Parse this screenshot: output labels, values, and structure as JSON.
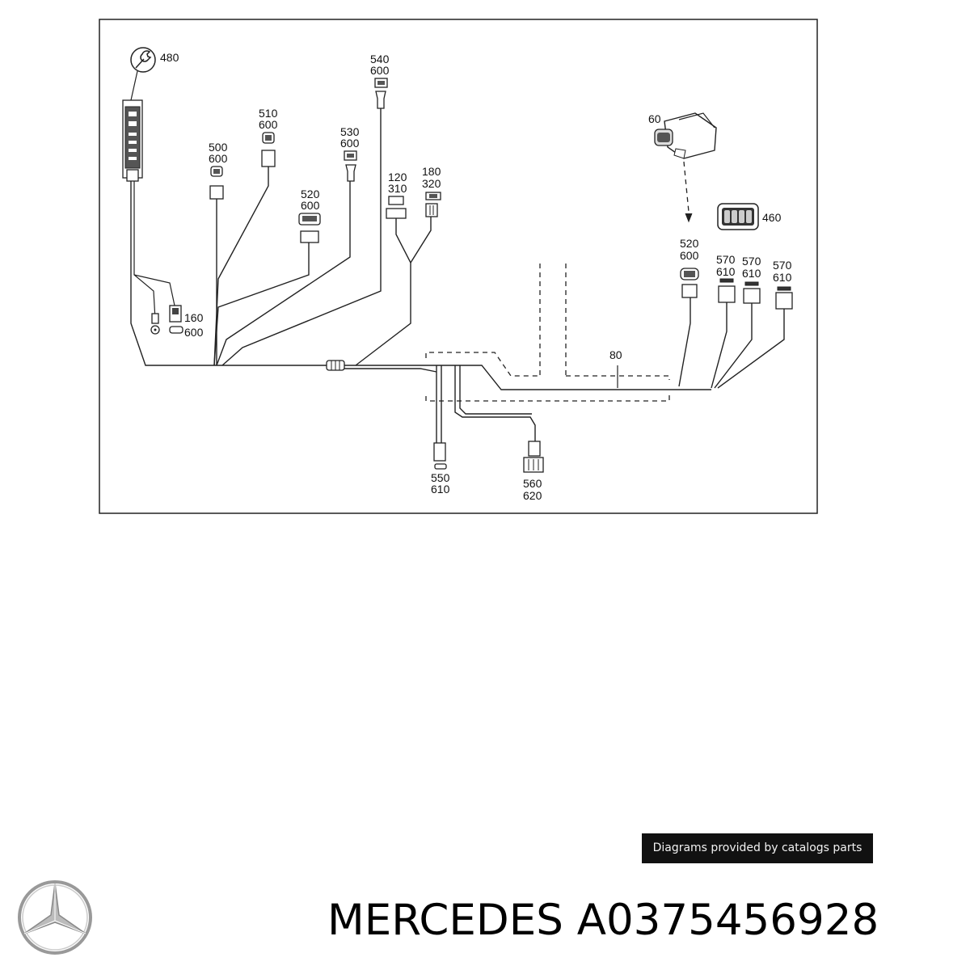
{
  "diagram": {
    "callouts": {
      "c480": "480",
      "c540": "540",
      "c540b": "600",
      "c510": "510",
      "c510b": "600",
      "c500": "500",
      "c500b": "600",
      "c530": "530",
      "c530b": "600",
      "c520a": "520",
      "c520ab": "600",
      "c120": "120",
      "c120b": "310",
      "c180": "180",
      "c180b": "320",
      "c160": "160",
      "c160b": "600",
      "c60": "60",
      "c460": "460",
      "c520b": "520",
      "c520bb": "600",
      "c570a": "570",
      "c570ab": "610",
      "c570b": "570",
      "c570bb": "610",
      "c570c": "570",
      "c570cb": "610",
      "c80": "80",
      "c550": "550",
      "c550b": "610",
      "c560": "560",
      "c560b": "620"
    }
  },
  "credit": {
    "text": "Diagrams provided by catalogs parts"
  },
  "footer": {
    "brand": "MERCEDES",
    "part_number": "A0375456928"
  },
  "icons": {
    "tool": "wrench-icon",
    "logo": "mercedes-star-logo"
  },
  "colors": {
    "line": "#222222",
    "credit_bg": "#111111",
    "credit_text": "#f2f2f2"
  }
}
